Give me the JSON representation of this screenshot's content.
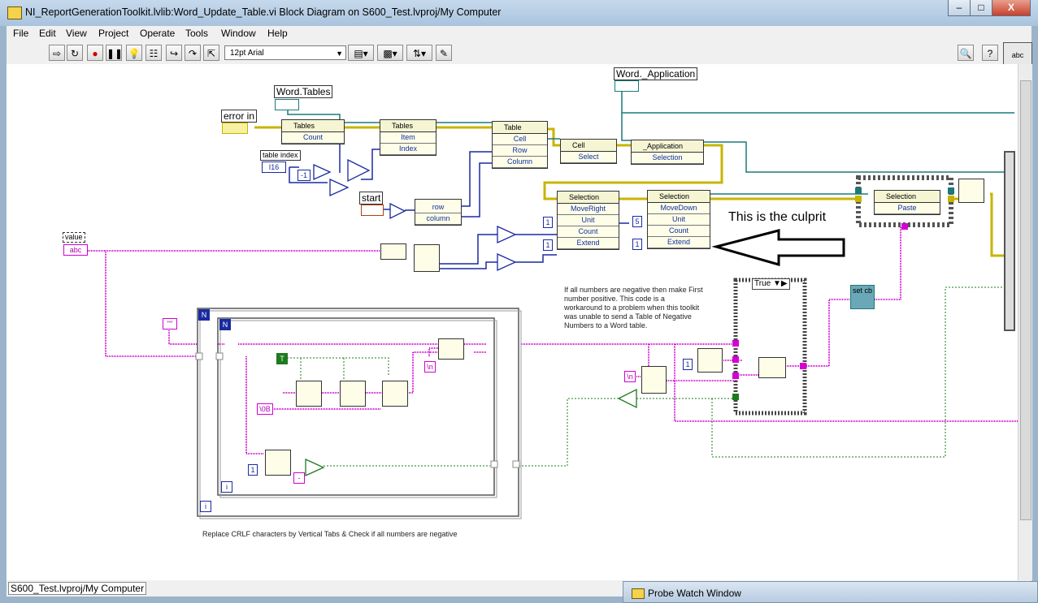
{
  "window": {
    "title": "NI_ReportGenerationToolkit.lvlib:Word_Update_Table.vi Block Diagram on S600_Test.lvproj/My Computer",
    "min_label": "–",
    "max_label": "□",
    "close_label": "X"
  },
  "menu": [
    "File",
    "Edit",
    "View",
    "Project",
    "Operate",
    "Tools",
    "Window",
    "Help"
  ],
  "toolbar": {
    "font": "12pt Arial",
    "vi_icon_label": "abc"
  },
  "diagram": {
    "labels": {
      "word_tables": "Word.Tables",
      "word_application": "Word._Application",
      "error_in": "error in",
      "table_index": "table index",
      "start": "start",
      "value": "value"
    },
    "nodes": {
      "tables_prop": {
        "title": "Tables",
        "rows": [
          "Count"
        ]
      },
      "tables_item": {
        "title": "Tables",
        "rows": [
          "Item",
          "Index"
        ]
      },
      "table_cell": {
        "title": "Table",
        "rows": [
          "Cell",
          "Row",
          "Column"
        ]
      },
      "cell_select": {
        "title": "Cell",
        "rows": [
          "Select"
        ]
      },
      "application_prop": {
        "title": "_Application",
        "rows": [
          "Selection"
        ]
      },
      "selection_move_right": {
        "title": "Selection",
        "rows": [
          "MoveRight",
          "Unit",
          "Count",
          "Extend"
        ]
      },
      "selection_move_down": {
        "title": "Selection",
        "rows": [
          "MoveDown",
          "Unit",
          "Count",
          "Extend"
        ]
      },
      "selection_paste": {
        "title": "Selection",
        "rows": [
          "Paste"
        ]
      },
      "row_column": {
        "rows": [
          "row",
          "column"
        ]
      }
    },
    "constants": {
      "i16": "I16",
      "minus_one": "-1",
      "plus_one": "+1",
      "one": "1",
      "five": "5",
      "case_true": "True",
      "newline": "\\n",
      "n_label": "N",
      "i_label": "i",
      "bool_true": "T",
      "empty_string": "\"\"",
      "vtab": "\\0B",
      "set_cb": "set cb",
      "minus": "-"
    },
    "culprit_note": "This is the culprit",
    "negative_note": "If all numbers are negative then make First number positive. This code is a workaround to a problem when this toolkit was unable to send a Table of Negative Numbers to a Word table.",
    "crlf_note": "Replace CRLF characters by Vertical Tabs & Check if all numbers are negative"
  },
  "status": {
    "project_path": "S600_Test.lvproj/My Computer"
  },
  "probe": {
    "title": "Probe Watch Window"
  },
  "colors": {
    "error_wire": "#c8b400",
    "refnum_wire": "#1a7a7a",
    "string_wire": "#d400d4",
    "number_wire": "#1a2aa0",
    "bool_wire": "#1d7a1d",
    "titlebar": "#b8cfe6"
  }
}
